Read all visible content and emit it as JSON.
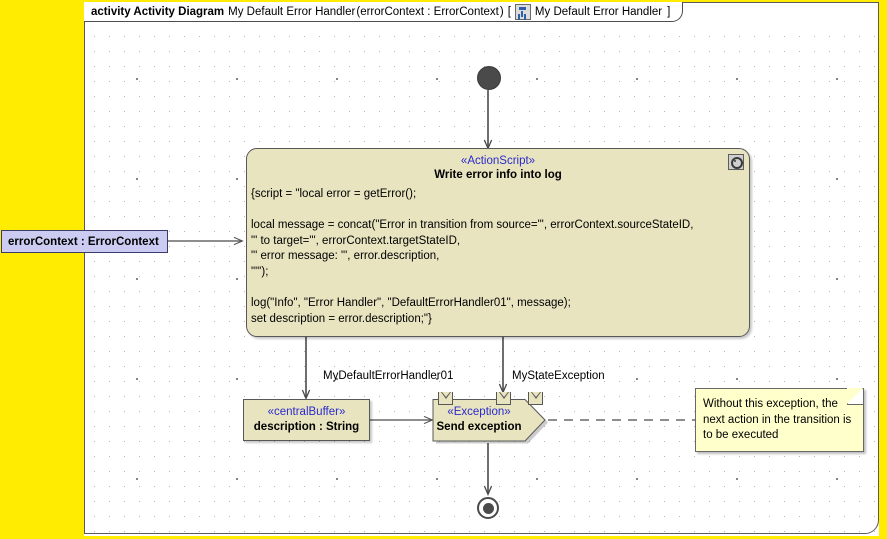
{
  "frame": {
    "keyword": "activity Activity Diagram",
    "name": "My Default Error Handler",
    "open_paren": "(",
    "parameter": "errorContext : ErrorContext",
    "close_paren": ")",
    "bracket_open": "[",
    "icon": "activity-diagram-icon",
    "context_name": "My Default Error Handler",
    "bracket_close": "]"
  },
  "nodes": {
    "initial": {
      "name": "initial-node"
    },
    "final": {
      "name": "activity-final-node"
    },
    "action": {
      "stereotype": "«ActionScript»",
      "title": "Write error info into log",
      "icon": "script-gear-icon",
      "body": "{script = \"local error = getError();\n\nlocal message = concat(\"Error in transition from source=\"', errorContext.sourceStateID,\n\"' to target=\"', errorContext.targetStateID,\n\"' error message: \"', error.description,\n\"\"');\n\nlog(\"Info\", \"Error Handler\", \"DefaultErrorHandler01\", message);\nset description = error.description;\"}"
    },
    "buffer": {
      "stereotype": "«centralBuffer»",
      "name": "description : String"
    },
    "exception": {
      "stereotype": "«Exception»",
      "name": "Send exception"
    },
    "parameter": {
      "label": "errorContext : ErrorContext"
    },
    "note": {
      "text": "Without this exception, the\nnext action in the transition is\nto be executed"
    }
  },
  "pins": [
    {
      "label": "MyDefaultErrorHandler01"
    },
    {
      "label": "MyStateException"
    }
  ],
  "colors": {
    "selection": "#ffec00",
    "action_fill": "#e8e4c0",
    "note_fill": "#ffffcc",
    "parameter_fill": "#ccccf2",
    "stereotype_text": "#2a2acc",
    "node_stroke": "#585858",
    "canvas": "#ffffff"
  }
}
